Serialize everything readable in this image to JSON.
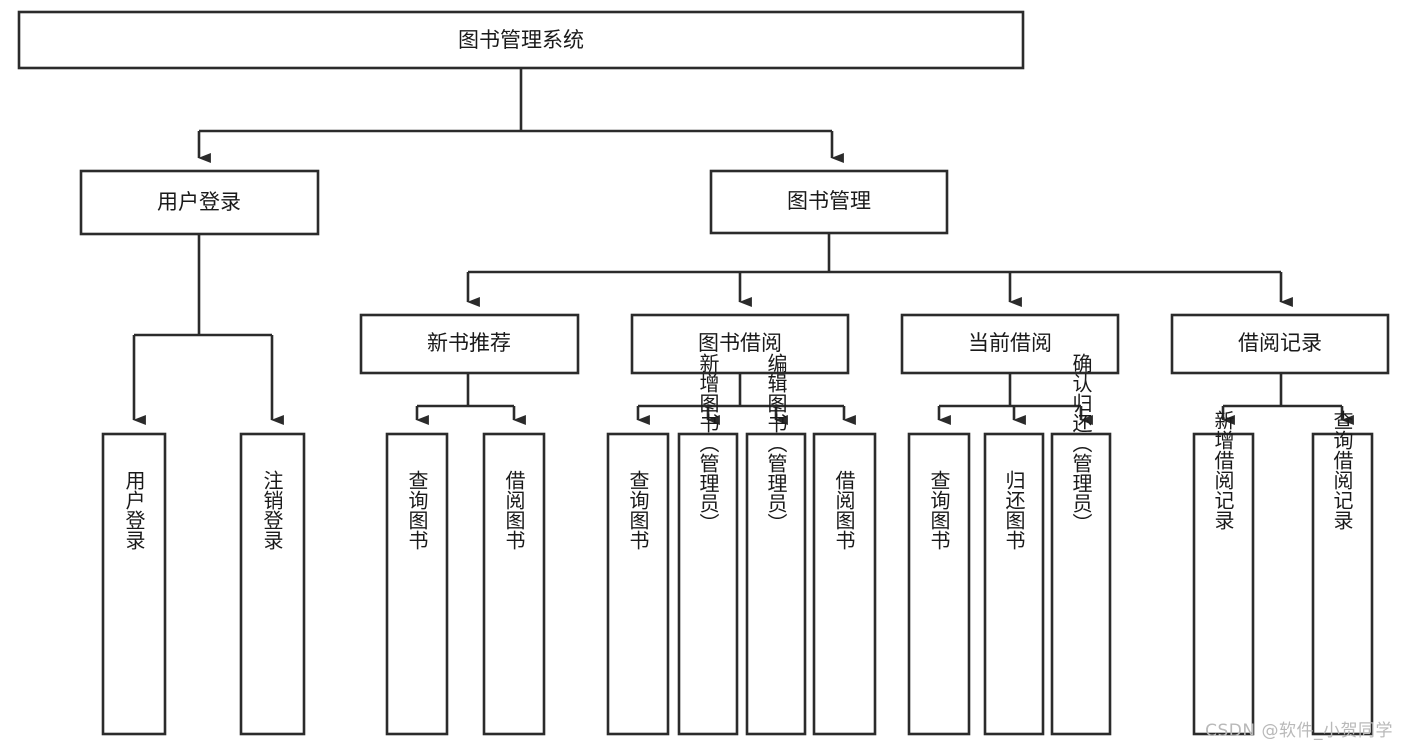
{
  "diagram": {
    "type": "tree-hierarchy-chart",
    "title": "图书管理系统",
    "orientation": "top-down",
    "colors": {
      "box_stroke": "#2b2b2b",
      "box_fill": "#ffffff",
      "connector": "#2b2b2b",
      "text": "#1a1a1a",
      "background": "#ffffff",
      "watermark": "#b9b9b9"
    },
    "levels": [
      {
        "level": 1,
        "nodes": [
          {
            "id": "root",
            "label": "图书管理系统",
            "orientation": "horizontal"
          }
        ]
      },
      {
        "level": 2,
        "nodes": [
          {
            "id": "user-login",
            "label": "用户登录",
            "orientation": "horizontal",
            "parent": "root"
          },
          {
            "id": "book-manage",
            "label": "图书管理",
            "orientation": "horizontal",
            "parent": "root"
          }
        ]
      },
      {
        "level": 3,
        "nodes": [
          {
            "id": "new-book-recommend",
            "label": "新书推荐",
            "orientation": "horizontal",
            "parent": "book-manage"
          },
          {
            "id": "book-borrow",
            "label": "图书借阅",
            "orientation": "horizontal",
            "parent": "book-manage"
          },
          {
            "id": "current-borrow",
            "label": "当前借阅",
            "orientation": "horizontal",
            "parent": "book-manage"
          },
          {
            "id": "borrow-record",
            "label": "借阅记录",
            "orientation": "horizontal",
            "parent": "book-manage"
          }
        ]
      },
      {
        "level": 4,
        "nodes": [
          {
            "id": "leaf-user-login",
            "label": "用户登录",
            "orientation": "vertical",
            "parent": "user-login"
          },
          {
            "id": "leaf-logout",
            "label": "注销登录",
            "orientation": "vertical",
            "parent": "user-login"
          },
          {
            "id": "leaf-query-book-1",
            "label": "查询图书",
            "orientation": "vertical",
            "parent": "new-book-recommend"
          },
          {
            "id": "leaf-borrow-book-1",
            "label": "借阅图书",
            "orientation": "vertical",
            "parent": "new-book-recommend"
          },
          {
            "id": "leaf-query-book-2",
            "label": "查询图书",
            "orientation": "vertical",
            "parent": "book-borrow"
          },
          {
            "id": "leaf-add-book",
            "label": "新增图书（管理员）",
            "orientation": "vertical",
            "parent": "book-borrow"
          },
          {
            "id": "leaf-edit-book",
            "label": "编辑图书（管理员）",
            "orientation": "vertical",
            "parent": "book-borrow"
          },
          {
            "id": "leaf-borrow-book-2",
            "label": "借阅图书",
            "orientation": "vertical",
            "parent": "book-borrow"
          },
          {
            "id": "leaf-query-book-3",
            "label": "查询图书",
            "orientation": "vertical",
            "parent": "current-borrow"
          },
          {
            "id": "leaf-return-book",
            "label": "归还图书",
            "orientation": "vertical",
            "parent": "current-borrow"
          },
          {
            "id": "leaf-confirm-return",
            "label": "确认归还（管理员）",
            "orientation": "vertical",
            "parent": "current-borrow"
          },
          {
            "id": "leaf-add-record",
            "label": "新增借阅记录",
            "orientation": "vertical",
            "parent": "borrow-record"
          },
          {
            "id": "leaf-query-record",
            "label": "查询借阅记录",
            "orientation": "vertical",
            "parent": "borrow-record"
          }
        ]
      }
    ]
  },
  "watermark": {
    "text": "CSDN @软件_小贺同学"
  }
}
